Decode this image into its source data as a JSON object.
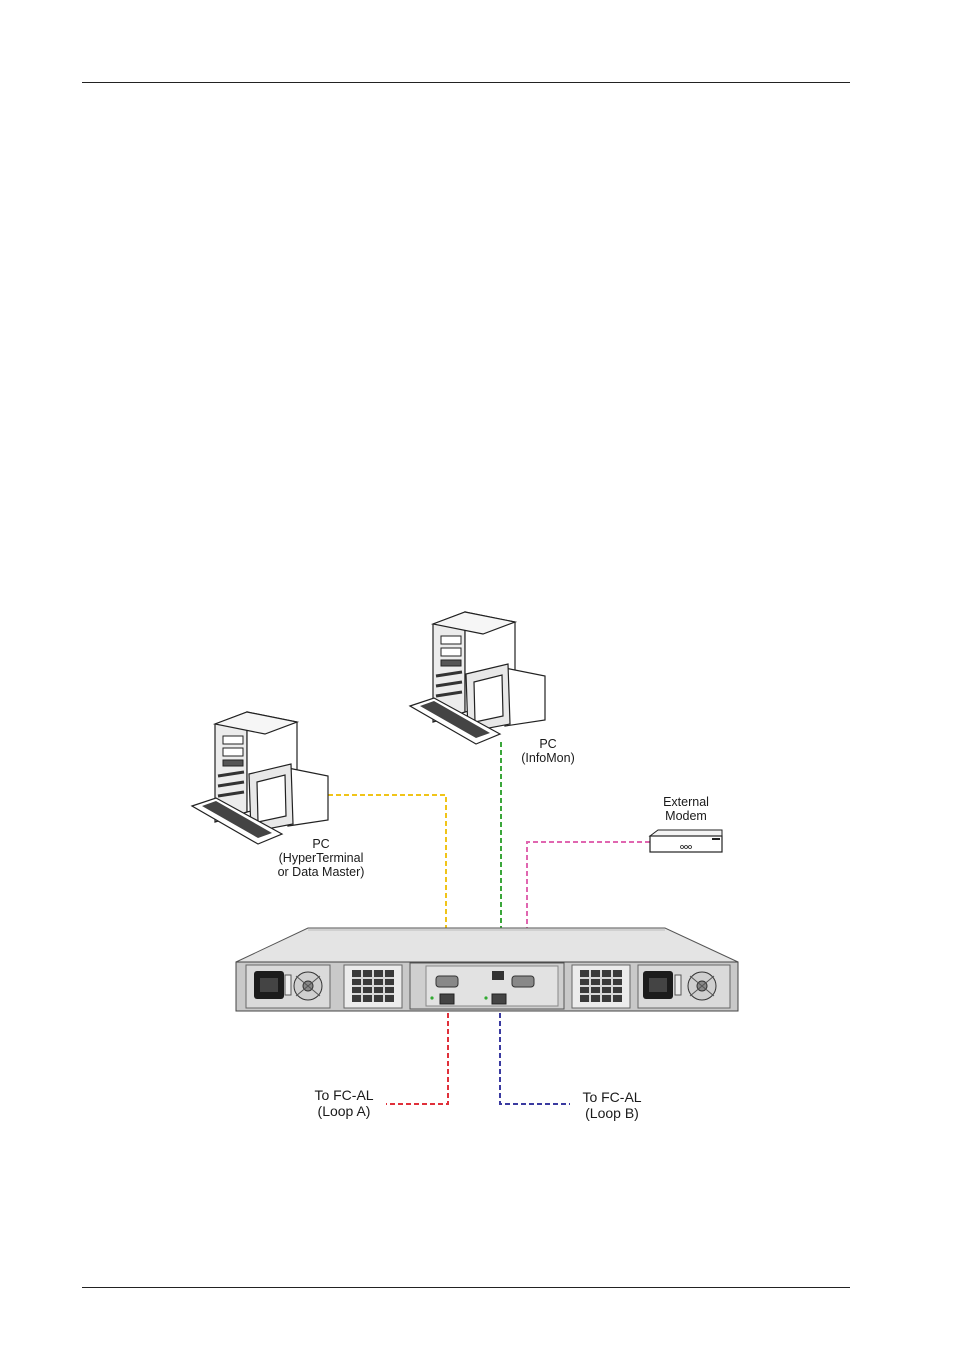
{
  "labels": {
    "pc_infomon_line1": "PC",
    "pc_infomon_line2": "(InfoMon)",
    "pc_hyper_line1": "PC",
    "pc_hyper_line2": "(HyperTerminal",
    "pc_hyper_line3": "or Data Master)",
    "modem_line1": "External",
    "modem_line2": "Modem",
    "loop_a_line1": "To FC-AL",
    "loop_a_line2": "(Loop A)",
    "loop_b_line1": "To FC-AL",
    "loop_b_line2": "(Loop B)"
  },
  "connections": [
    {
      "from": "pc-hyperterminal",
      "to": "enclosure-rs232-port",
      "color": "#f0c419"
    },
    {
      "from": "pc-infomon",
      "to": "enclosure-ethernet-port",
      "color": "#3aa63a"
    },
    {
      "from": "external-modem",
      "to": "enclosure-modem-port",
      "color": "#e066b0"
    },
    {
      "from": "enclosure-fc-port-a",
      "to": "fc-al-loop-a",
      "color": "#e0303a"
    },
    {
      "from": "enclosure-fc-port-b",
      "to": "fc-al-loop-b",
      "color": "#3a3aa0"
    }
  ]
}
